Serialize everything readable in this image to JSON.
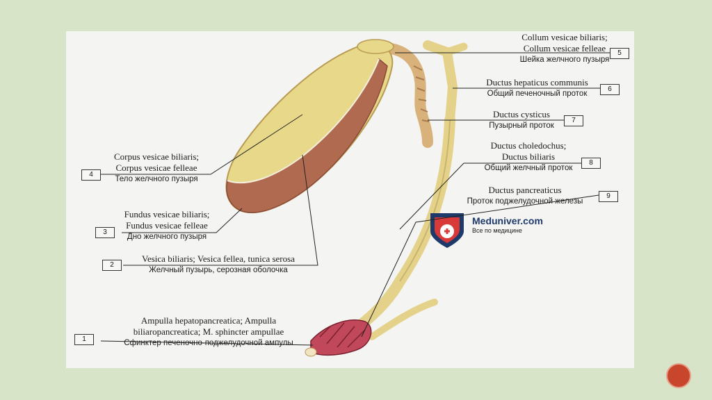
{
  "labels": [
    {
      "num": "1",
      "lat": [
        "Ampulla hepatopancreatica; Ampulla",
        "biliaropancreatica; M. sphincter ampullae"
      ],
      "rus": "Сфинктер печеночно-поджелудочной ампулы"
    },
    {
      "num": "2",
      "lat": [
        "Vesica biliaris; Vesica fellea, tunica serosa"
      ],
      "rus": "Желчный пузырь, серозная оболочка"
    },
    {
      "num": "3",
      "lat": [
        "Fundus vesicae biliaris;",
        "Fundus vesicae felleae"
      ],
      "rus": "Дно желчного пузыря"
    },
    {
      "num": "4",
      "lat": [
        "Corpus vesicae biliaris;",
        "Corpus vesicae felleae"
      ],
      "rus": "Тело желчного пузыря"
    },
    {
      "num": "5",
      "lat": [
        "Collum vesicae biliaris;",
        "Collum vesicae felleae"
      ],
      "rus": "Шейка желчного пузыря"
    },
    {
      "num": "6",
      "lat": [
        "Ductus hepaticus communis"
      ],
      "rus": "Общий печеночный проток"
    },
    {
      "num": "7",
      "lat": [
        "Ductus cysticus"
      ],
      "rus": "Пузырный проток"
    },
    {
      "num": "8",
      "lat": [
        "Ductus choledochus;",
        "Ductus biliaris"
      ],
      "rus": "Общий желчный проток"
    },
    {
      "num": "9",
      "lat": [
        "Ductus pancreaticus"
      ],
      "rus": "Проток поджелудочной железы"
    }
  ],
  "logo": {
    "title": "Meduniver.com",
    "subtitle": "Все по медицине"
  },
  "colors": {
    "background": "#d8e4c8",
    "panel": "#f4f4f2",
    "gallbladder": "#e8d88a",
    "mucosa": "#b06a50",
    "sphincter": "#c0485a",
    "nav": "#c8472c"
  }
}
